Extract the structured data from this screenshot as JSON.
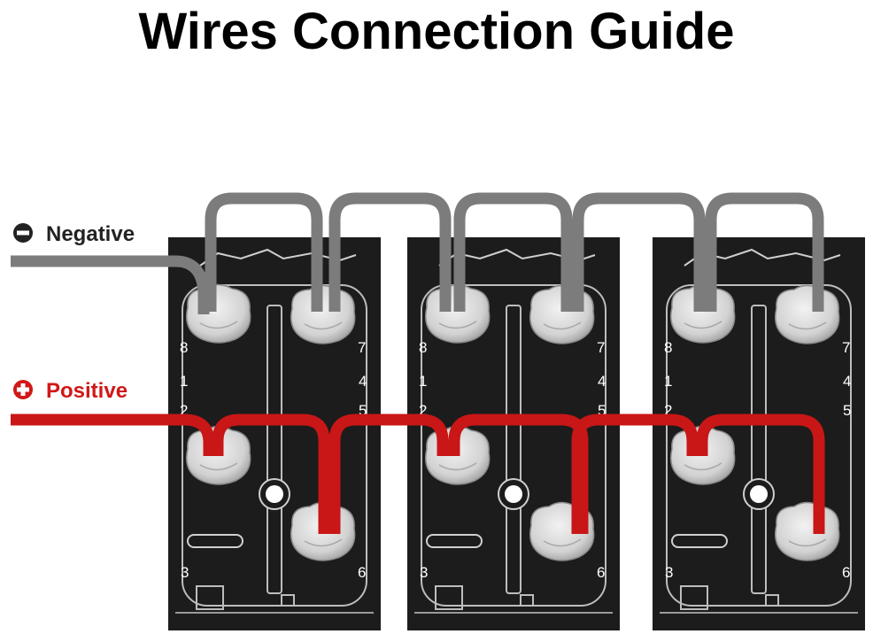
{
  "title": "Wires Connection Guide",
  "legend": {
    "negative": {
      "label": "Negative",
      "color": "#222222",
      "icon": "minus-circle-icon"
    },
    "positive": {
      "label": "Positive",
      "color": "#d01818",
      "icon": "plus-circle-icon"
    }
  },
  "colors": {
    "negative_wire": "#7c7c7c",
    "positive_wire": "#c91616",
    "switch_body": "#1c1c1c",
    "terminal": "#d9d9d9"
  },
  "switches": [
    {
      "pins": {
        "p8": "8",
        "p1": "1",
        "p2": "2",
        "p3": "3",
        "p7": "7",
        "p4": "4",
        "p5": "5",
        "p6": "6"
      }
    },
    {
      "pins": {
        "p8": "8",
        "p1": "1",
        "p2": "2",
        "p3": "3",
        "p7": "7",
        "p4": "4",
        "p5": "5",
        "p6": "6"
      }
    },
    {
      "pins": {
        "p8": "8",
        "p1": "1",
        "p2": "2",
        "p3": "3",
        "p7": "7",
        "p4": "4",
        "p5": "5",
        "p6": "6"
      }
    }
  ]
}
